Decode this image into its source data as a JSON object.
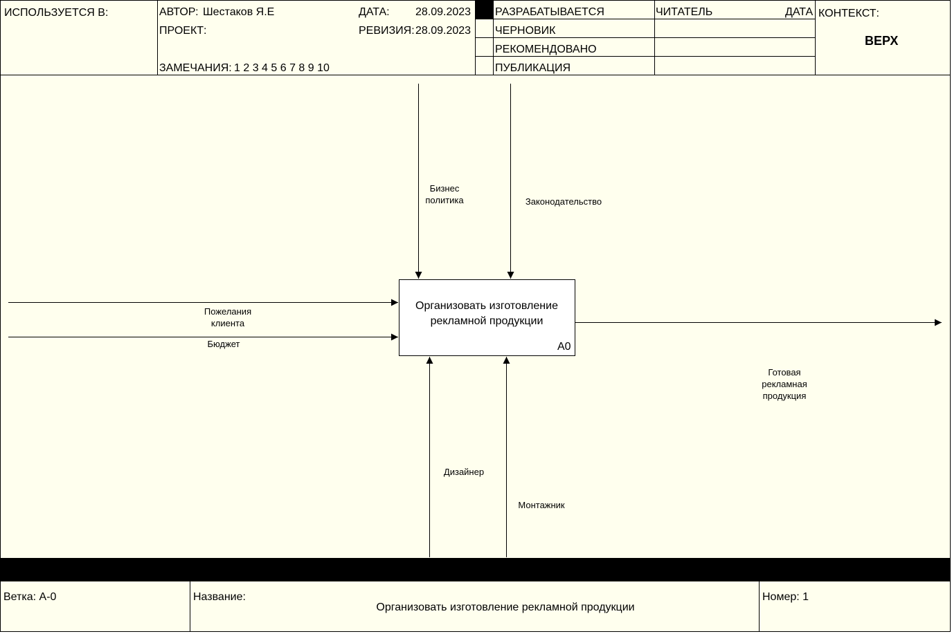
{
  "header": {
    "used_in_label": "ИСПОЛЬЗУЕТСЯ В:",
    "author_label": "АВТОР:",
    "author_value": "Шестаков Я.Е",
    "project_label": "ПРОЕКТ:",
    "notes_label": "ЗАМЕЧАНИЯ:",
    "notes_value": "1 2 3 4 5 6 7 8 9 10",
    "date_label": "ДАТА:",
    "date_value": "28.09.2023",
    "revision_label": "РЕВИЗИЯ:",
    "revision_value": "28.09.2023",
    "status": [
      "РАЗРАБАТЫВАЕТСЯ",
      "ЧЕРНОВИК",
      "РЕКОМЕНДОВАНО",
      "ПУБЛИКАЦИЯ"
    ],
    "reader_label": "ЧИТАТЕЛЬ",
    "reader_date_label": "ДАТА",
    "context_label": "КОНТЕКСТ:",
    "context_value": "ВЕРХ"
  },
  "diagram": {
    "activity": {
      "line1": "Организовать изготовление",
      "line2": "рекламной продукции",
      "node": "A0"
    },
    "controls": [
      {
        "line1": "Бизнес",
        "line2": "политика"
      },
      {
        "line1": "Законодательство"
      }
    ],
    "inputs": [
      {
        "line1": "Пожелания",
        "line2": "клиента"
      },
      {
        "line1": "Бюджет"
      }
    ],
    "outputs": [
      {
        "line1": "Готовая",
        "line2": "рекламная",
        "line3": "продукция"
      }
    ],
    "mechanisms": [
      {
        "line1": "Дизайнер"
      },
      {
        "line1": "Монтажник"
      }
    ]
  },
  "footer": {
    "node_label": "Ветка:",
    "node_value": "А-0",
    "title_label": "Название:",
    "title_value": "Организовать изготовление рекламной продукции",
    "number_label": "Номер:",
    "number_value": "1"
  },
  "colors": {
    "background": "#ffffee",
    "line": "#000000",
    "box_fill": "#ffffff"
  }
}
